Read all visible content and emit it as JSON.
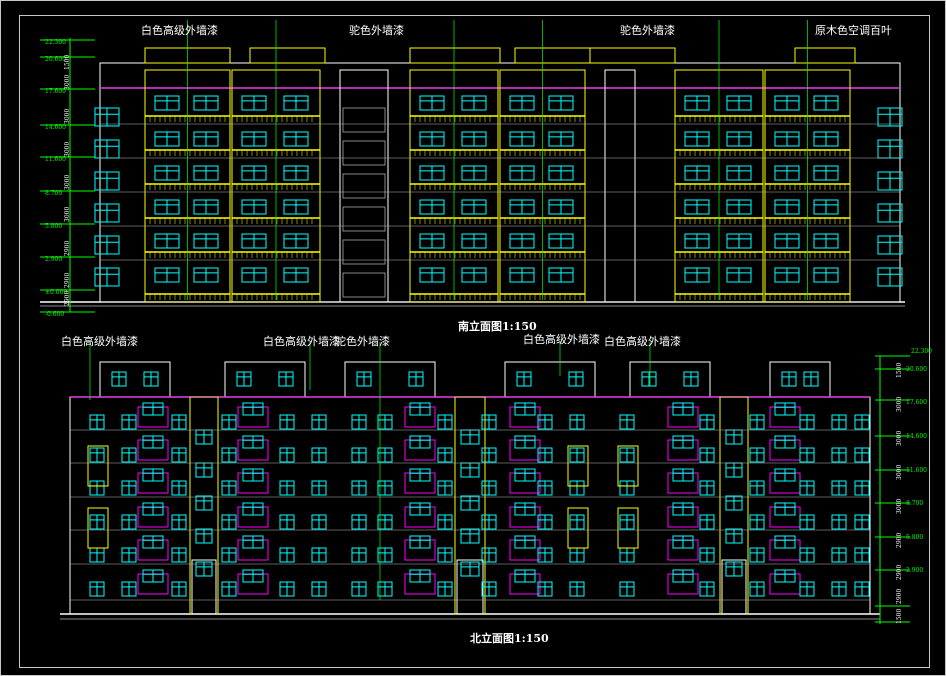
{
  "south_elevation": {
    "title": "南立面图1:150",
    "annotations": [
      "白色高级外墙漆",
      "驼色外墙漆",
      "驼色外墙漆",
      "原木色空调百叶"
    ],
    "level_marks": [
      "22.300",
      "20.600",
      "17.600",
      "14.600",
      "11.600",
      "8.700",
      "5.800",
      "2.900",
      "±0.000",
      "-0.600"
    ],
    "dimension_text": [
      "3000",
      "3000",
      "3000",
      "3000",
      "3000",
      "2900",
      "2900",
      "2900",
      "1500"
    ]
  },
  "north_elevation": {
    "title": "北立面图1:150",
    "annotations": [
      "白色高级外墙漆",
      "白色高级外墙漆",
      "驼色外墙漆",
      "白色高级外墙漆",
      "白色高级外墙漆"
    ],
    "level_marks": [
      "22.300",
      "20.600",
      "17.600",
      "14.600",
      "11.600",
      "8.700",
      "5.800",
      "2.900"
    ],
    "dimension_text": [
      "1500",
      "3000",
      "3000",
      "3000",
      "3000",
      "2900",
      "2900",
      "2900",
      "1500"
    ]
  },
  "colors": {
    "wall_outline": "#ffffff",
    "window": "#00ffff",
    "balcony": "#ffff00",
    "accent_band": "#ff00ff",
    "leader": "#00ff00",
    "background": "#000000"
  }
}
